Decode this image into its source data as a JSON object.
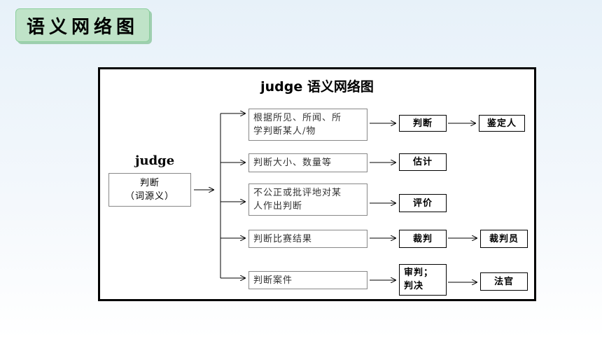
{
  "header": {
    "title": "语义网络图"
  },
  "diagram": {
    "title": "judge 语义网络图",
    "root": {
      "word": "judge",
      "sense_line1": "判断",
      "sense_line2": "（词源义）"
    },
    "branches": [
      {
        "meaning_line1": "根据所见、所闻、所",
        "meaning_line2": "学判断某人/物",
        "translation": "判断",
        "derived": "鉴定人"
      },
      {
        "meaning_line1": "判断大小、数量等",
        "translation": "估计"
      },
      {
        "meaning_line1": "不公正或批评地对某",
        "meaning_line2": "人作出判断",
        "translation": "评价"
      },
      {
        "meaning_line1": "判断比赛结果",
        "translation": "裁判",
        "derived": "裁判员"
      },
      {
        "meaning_line1": "判断案件",
        "translation_line1": "审判；",
        "translation_line2": "判决",
        "derived": "法官"
      }
    ]
  }
}
